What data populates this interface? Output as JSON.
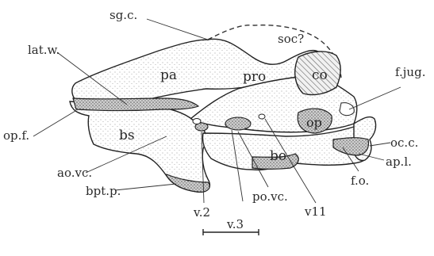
{
  "labels": {
    "sgc": "sg.c.",
    "soc": "soc?",
    "latw": "lat.w.",
    "pa": "pa",
    "co": "co",
    "fjug": "f.jug.",
    "pro": "pro",
    "opf": "op.f.",
    "op": "op",
    "occ": "oc.c.",
    "bs": "bs",
    "bo": "bo",
    "apl": "ap.l.",
    "aovc": "ao.vc.",
    "fo": "f.o.",
    "bptp": "bpt.p.",
    "v2": "v.2",
    "v3": "v.3",
    "povc": "po.vc.",
    "v11": "v11"
  },
  "colors": {
    "ink": "#222222",
    "stipple": "#7a7a7a",
    "background": "#ffffff"
  }
}
